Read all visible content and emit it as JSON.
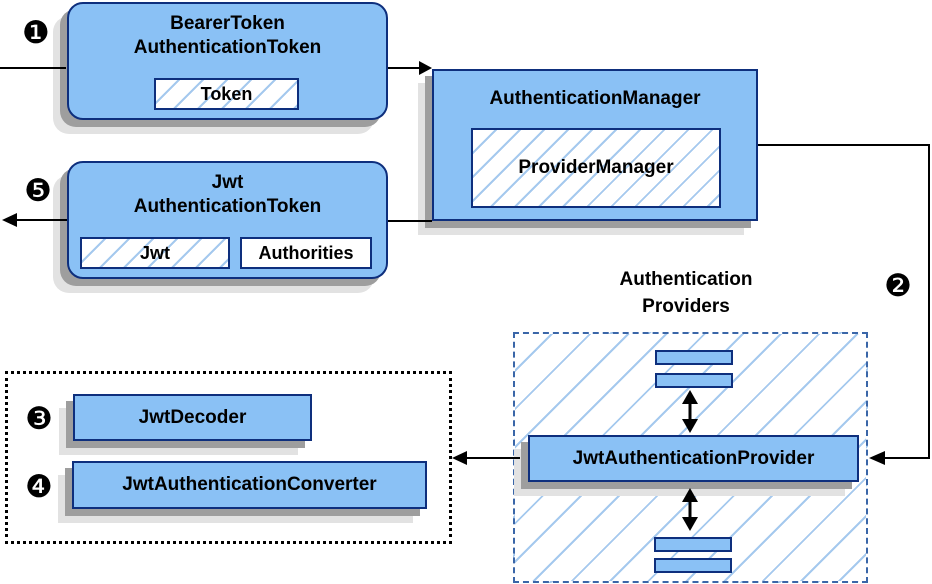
{
  "diagram": {
    "type": "flow-diagram",
    "topic": "JWT bearer token authentication flow"
  },
  "badges": {
    "step1": "❶",
    "step2": "❷",
    "step3": "❸",
    "step4": "❹",
    "step5": "❺"
  },
  "boxes": {
    "bearer_token": {
      "title_line1": "BearerToken",
      "title_line2": "AuthenticationToken",
      "inner_token": "Token"
    },
    "authentication_manager": {
      "title": "AuthenticationManager",
      "inner_provider_manager": "ProviderManager"
    },
    "jwt_authentication_token": {
      "title_line1": "Jwt",
      "title_line2": "AuthenticationToken",
      "inner_jwt": "Jwt",
      "inner_authorities": "Authorities"
    },
    "authentication_providers": {
      "label_line1": "Authentication",
      "label_line2": "Providers",
      "jwt_authentication_provider": "JwtAuthenticationProvider"
    },
    "converter_group": {
      "jwt_decoder": "JwtDecoder",
      "jwt_authentication_converter": "JwtAuthenticationConverter"
    }
  },
  "colors": {
    "box_fill": "#8ac1f5",
    "box_border": "#0e2f7d",
    "hatch_line": "#a5c9ee",
    "providers_dashed_border": "#3a66a8",
    "dotted_group_border": "#000000",
    "shadow_dark": "#9e9e9e",
    "shadow_light": "#e2e2e2",
    "arrow": "#000000",
    "text": "#000000",
    "background": "#ffffff"
  }
}
